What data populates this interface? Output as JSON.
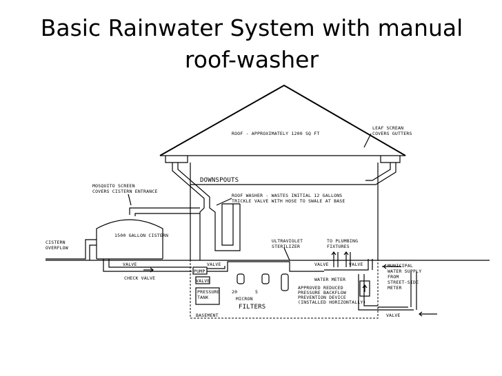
{
  "title": {
    "line1": "Basic Rainwater System with manual",
    "line2": "roof-washer"
  },
  "labels": {
    "roof": "ROOF - APPROXIMATELY 1200 SQ FT",
    "leaf_screen_1": "LEAF SCREAN",
    "leaf_screen_2": "COVERS GUTTERS",
    "downspouts": "DOWNSPOUTS",
    "mosquito_1": "MOSQUITO SCREEN",
    "mosquito_2": "COVERS CISTERN ENTRANCE",
    "roof_washer_1": "ROOF WASHER - WASTES INITIAL 12 GALLONS",
    "roof_washer_2": "TRICKLE VALVE WITH HOSE TO SWALE AT BASE",
    "cistern": "1500 GALLON CISTERN",
    "overflow_1": "CISTERN",
    "overflow_2": "OVERFLOW",
    "uv_1": "ULTRAVIOLET",
    "uv_2": "STERILIZER",
    "plumbing_1": "TO PLUMBING",
    "plumbing_2": "FIXTURES",
    "valve": "VALVE",
    "check_valve": "CHECK VALVE",
    "pump": "PUMP",
    "pressure_1": "PRESSURE",
    "pressure_2": "TANK",
    "micron_20": "20",
    "micron_5": "5",
    "micron": "MICRON",
    "filters": "FILTERS",
    "water_meter": "WATER METER",
    "backflow_1": "APPROVED REDUCED",
    "backflow_2": "PRESSURE BACKFLOW",
    "backflow_3": "PREVENTION DEVICE",
    "backflow_4": "(INSTALLED HORIZONTALLY)",
    "municipal_1": "MUNICIPAL",
    "municipal_2": "WATER SUPPLY",
    "municipal_3": "FROM",
    "municipal_4": "STREET-SIDE",
    "municipal_5": "METER",
    "basement": "BASEMENT"
  }
}
